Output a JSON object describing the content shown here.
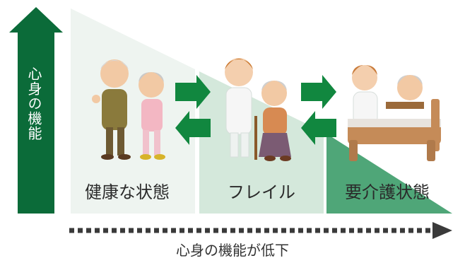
{
  "vertical_axis": {
    "label": "心身の機能",
    "color": "#0b6b39"
  },
  "horizontal_axis": {
    "label": "心身の機能が低下",
    "color": "#3a3a3a"
  },
  "stages": [
    {
      "label": "健康な状態",
      "icon": "elderly-couple-walking-icon",
      "color": "#eef4f0"
    },
    {
      "label": "フレイル",
      "icon": "caregiver-supporting-elder-icon",
      "color": "#cfe5d8"
    },
    {
      "label": "要介護状態",
      "icon": "caregiver-bed-care-icon",
      "color": "#4fa678"
    }
  ],
  "transition_arrow_color": "#11873f"
}
